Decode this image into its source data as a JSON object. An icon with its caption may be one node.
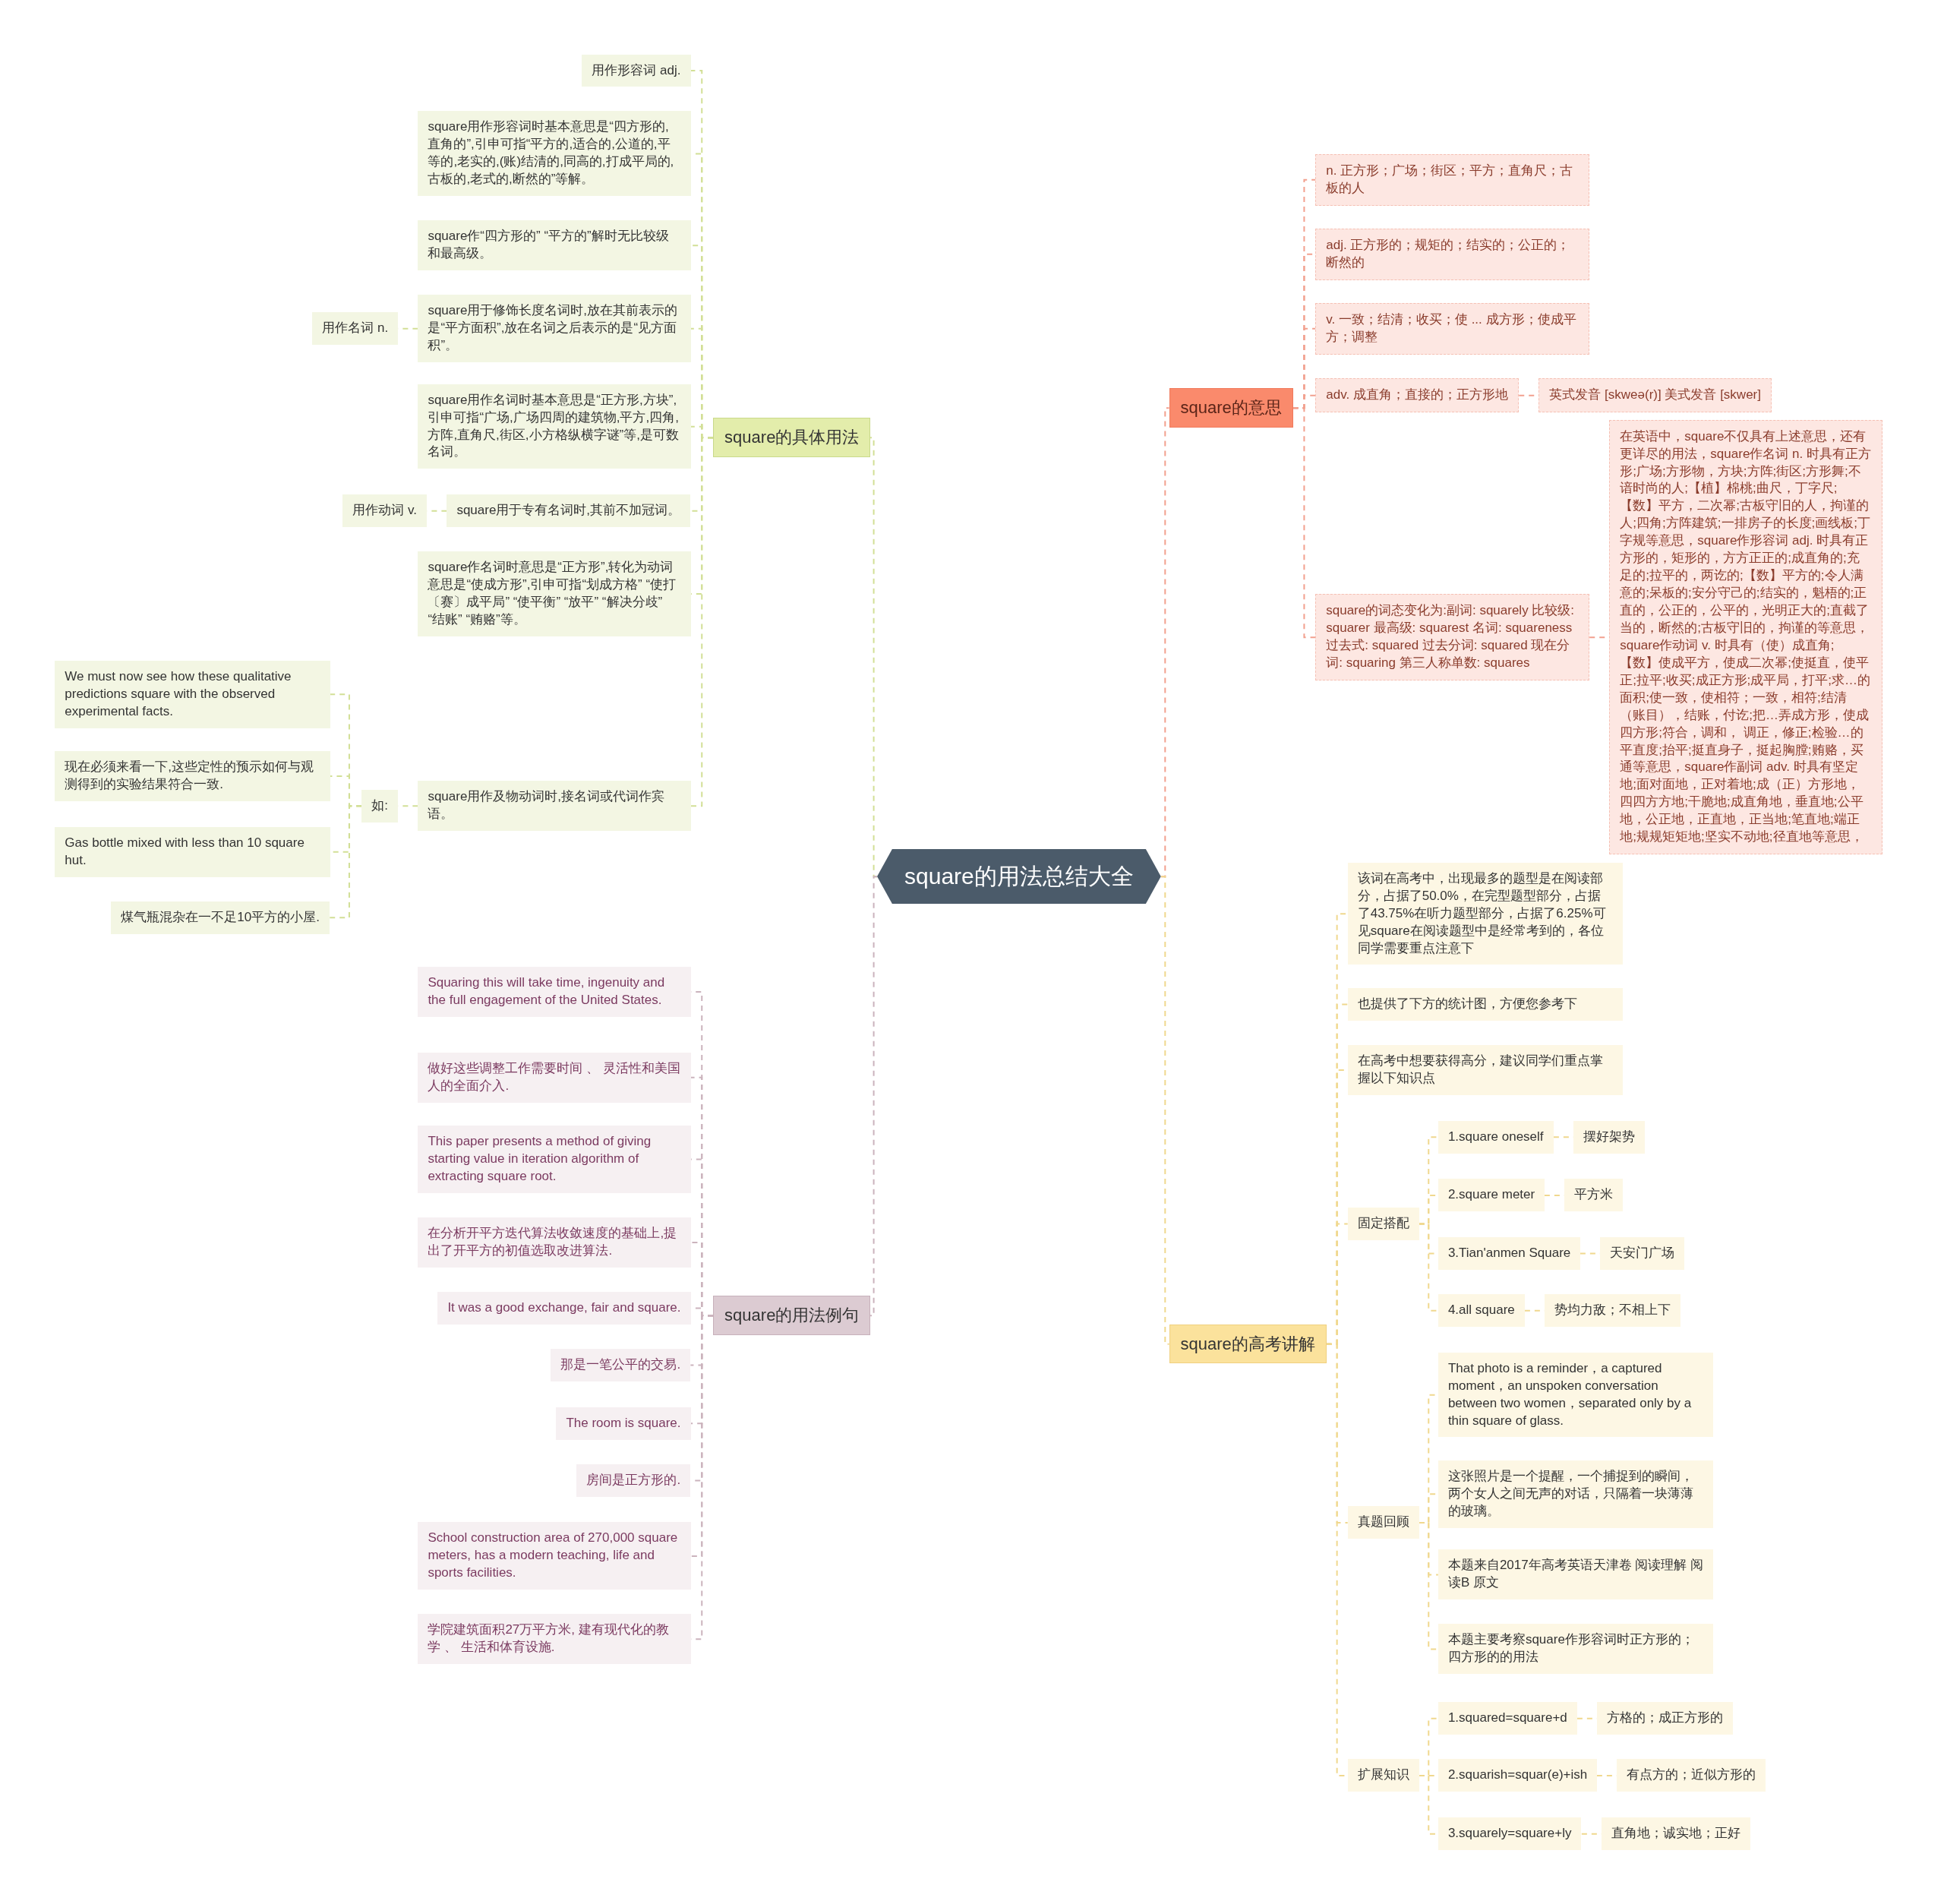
{
  "diagram": {
    "nodes": [
      {
        "text": [
          "square的用法总结大全"
        ]
      },
      {
        "text": [
          "square的具体用法"
        ]
      },
      {
        "text": [
          "用作形容词 adj."
        ]
      },
      {
        "text": [
          "square用作形容词时基本意思是“四方形的,直角的”,引申可指“平方的,适合的,公道的,平等的,老实的,(账)结清的,同高的,打成平局的,古板的,老式的,断然的”等解。"
        ]
      },
      {
        "text": [
          "square作“四方形的” “平方的”解时无比较级和最高级。"
        ]
      },
      {
        "text": [
          "square用于修饰长度名词时,放在其前表示的是“平方面积”,放在名词之后表示的是“见方面积”。"
        ]
      },
      {
        "text": [
          "用作名词 n."
        ]
      },
      {
        "text": [
          "square用作名词时基本意思是“正方形,方块”,引申可指“广场,广场四周的建筑物,平方,四角,方阵,直角尺,街区,小方格纵横字谜”等,是可数名词。"
        ]
      },
      {
        "text": [
          "square用于专有名词时,其前不加冠词。"
        ]
      },
      {
        "text": [
          "用作动词 v."
        ]
      },
      {
        "text": [
          "square作名词时意思是“正方形”,转化为动词意思是“使成方形”,引申可指“划成方格” “使打〔赛〕成平局” “使平衡” “放平” “解决分歧” “结账” “贿赂”等。"
        ]
      },
      {
        "text": [
          "square用作及物动词时,接名词或代词作宾语。"
        ]
      },
      {
        "text": [
          "如:"
        ]
      },
      {
        "text": [
          "We must now see how these qualitative predictions square with the observed experimental facts."
        ]
      },
      {
        "text": [
          "现在必须来看一下,这些定性的预示如何与观测得到的实验结果符合一致."
        ]
      },
      {
        "text": [
          "Gas bottle mixed with less than 10 square hut."
        ]
      },
      {
        "text": [
          "煤气瓶混杂在一不足10平方的小屋."
        ]
      },
      {
        "text": [
          "square的用法例句"
        ]
      },
      {
        "text": [
          "Squaring this will take time, ingenuity and the full engagement of the United States."
        ]
      },
      {
        "text": [
          "做好这些调整工作需要时间 、 灵活性和美国人的全面介入."
        ]
      },
      {
        "text": [
          "This paper presents a method of giving starting value in iteration algorithm of extracting square root."
        ]
      },
      {
        "text": [
          "在分析开平方迭代算法收敛速度的基础上,提出了开平方的初值选取改进算法."
        ]
      },
      {
        "text": [
          "It was a good exchange, fair and square."
        ]
      },
      {
        "text": [
          "那是一笔公平的交易."
        ]
      },
      {
        "text": [
          "The room is square."
        ]
      },
      {
        "text": [
          "房间是正方形的."
        ]
      },
      {
        "text": [
          "School construction area of 270,000 square meters, has a modern teaching, life and sports facilities."
        ]
      },
      {
        "text": [
          "学院建筑面积27万平方米, 建有现代化的教学 、 生活和体育设施."
        ]
      },
      {
        "text": [
          "square的意思"
        ]
      },
      {
        "text": [
          "n. 正方形；广场；街区；平方；直角尺；古板的人"
        ]
      },
      {
        "text": [
          "adj. 正方形的；规矩的；结实的；公正的；断然的"
        ]
      },
      {
        "text": [
          "v. 一致；结清；收买；使 ... 成方形；使成平方；调整"
        ]
      },
      {
        "text": [
          "adv. 成直角；直接的；正方形地"
        ]
      },
      {
        "text": [
          "英式发音 [skweə(r)] 美式发音 [skwer]"
        ]
      },
      {
        "text": [
          "square的词态变化为:副词: squarely 比较级: squarer 最高级: squarest 名词: squareness 过去式: squared 过去分词: squared 现在分词: squaring 第三人称单数: squares"
        ]
      },
      {
        "text": [
          "在英语中，square不仅具有上述意思，还有更详尽的用法，square作名词 n. 时具有正方形;广场;方形物，方块;方阵;街区;方形舞;不谙时尚的人;【植】棉桃;曲尺，丁字尺;【数】平方，二次幂;古板守旧的人，拘谨的人;四角;方阵建筑;一排房子的长度;画线板;丁字规等意思，square作形容词 adj. 时具有正方形的，矩形的，方方正正的;成直角的;充足的;拉平的，两讫的;【数】平方的;令人满意的;呆板的;安分守己的;结实的，魁梧的;正直的，公正的，公平的，光明正大的;直截了当的，断然的;古板守旧的，拘谨的等意思，square作动词 v. 时具有（使）成直角;【数】使成平方，使成二次幂;使挺直，使平正;拉平;收买;成正方形;成平局，打平;求…的面积;使一致，使相符；一致，相符;结清（账目），结账，付讫;把…弄成方形，使成四方形;符合，调和， 调正，修正;检验…的平直度;抬平;挺直身子，挺起胸膛;贿赂，买通等意思，square作副词 adv. 时具有坚定地;面对面地，正对着地;成（正）方形地，四四方方地;干脆地;成直角地，垂直地;公平地，公正地，正直地，正当地;笔直地;端正地;规规矩矩地;坚实不动地;径直地等意思，"
        ]
      },
      {
        "text": [
          "square的高考讲解"
        ]
      },
      {
        "text": [
          "该词在高考中，出现最多的题型是在阅读部分，占据了50.0%，在完型题型部分，占据了43.75%在听力题型部分，占据了6.25%可见square在阅读题型中是经常考到的，各位同学需要重点注意下"
        ]
      },
      {
        "text": [
          "也提供了下方的统计图，方便您参考下"
        ]
      },
      {
        "text": [
          "在高考中想要获得高分，建议同学们重点掌握以下知识点"
        ]
      },
      {
        "text": [
          "固定搭配"
        ]
      },
      {
        "text": [
          "1.square oneself"
        ]
      },
      {
        "text": [
          "摆好架势"
        ]
      },
      {
        "text": [
          "2.square meter"
        ]
      },
      {
        "text": [
          "平方米"
        ]
      },
      {
        "text": [
          "3.Tian'anmen Square"
        ]
      },
      {
        "text": [
          "天安门广场"
        ]
      },
      {
        "text": [
          "4.all square"
        ]
      },
      {
        "text": [
          "势均力敌；不相上下"
        ]
      },
      {
        "text": [
          "真题回顾"
        ]
      },
      {
        "text": [
          "That photo is a reminder，a captured moment，an unspoken conversation between two women，separated only by a thin square of glass."
        ]
      },
      {
        "text": [
          "这张照片是一个提醒，一个捕捉到的瞬间，两个女人之间无声的对话，只隔着一块薄薄的玻璃。"
        ]
      },
      {
        "text": [
          "本题来自2017年高考英语天津卷 阅读理解 阅读B 原文"
        ]
      },
      {
        "text": [
          "本题主要考察square作形容词时正方形的；四方形的的用法"
        ]
      },
      {
        "text": [
          "扩展知识"
        ]
      },
      {
        "text": [
          "1.squared=square+d"
        ]
      },
      {
        "text": [
          "方格的；成正方形的"
        ]
      },
      {
        "text": [
          "2.squarish=squar(e)+ish"
        ]
      },
      {
        "text": [
          "有点方的；近似方形的"
        ]
      },
      {
        "text": [
          "3.squarely=square+ly"
        ]
      },
      {
        "text": [
          "直角地；诚实地；正好"
        ]
      }
    ],
    "edges": [
      {
        "from": 0,
        "to": 1,
        "arrow": "none",
        "style": "dashed",
        "color": "#d2df96"
      },
      {
        "from": 1,
        "to": 2,
        "arrow": "none",
        "style": "dashed",
        "color": "#d2df96"
      },
      {
        "from": 1,
        "to": 3,
        "arrow": "none",
        "style": "dashed",
        "color": "#d2df96"
      },
      {
        "from": 1,
        "to": 4,
        "arrow": "none",
        "style": "dashed",
        "color": "#d2df96"
      },
      {
        "from": 1,
        "to": 5,
        "arrow": "none",
        "style": "dashed",
        "color": "#d2df96"
      },
      {
        "from": 5,
        "to": 6,
        "arrow": "none",
        "style": "dashed",
        "color": "#d2df96"
      },
      {
        "from": 1,
        "to": 7,
        "arrow": "none",
        "style": "dashed",
        "color": "#d2df96"
      },
      {
        "from": 1,
        "to": 8,
        "arrow": "none",
        "style": "dashed",
        "color": "#d2df96"
      },
      {
        "from": 8,
        "to": 9,
        "arrow": "none",
        "style": "dashed",
        "color": "#d2df96"
      },
      {
        "from": 1,
        "to": 10,
        "arrow": "none",
        "style": "dashed",
        "color": "#d2df96"
      },
      {
        "from": 1,
        "to": 11,
        "arrow": "none",
        "style": "dashed",
        "color": "#d2df96"
      },
      {
        "from": 11,
        "to": 12,
        "arrow": "none",
        "style": "dashed",
        "color": "#d2df96"
      },
      {
        "from": 12,
        "to": 13,
        "arrow": "none",
        "style": "dashed",
        "color": "#d2df96"
      },
      {
        "from": 12,
        "to": 14,
        "arrow": "none",
        "style": "dashed",
        "color": "#d2df96"
      },
      {
        "from": 12,
        "to": 15,
        "arrow": "none",
        "style": "dashed",
        "color": "#d2df96"
      },
      {
        "from": 12,
        "to": 16,
        "arrow": "none",
        "style": "dashed",
        "color": "#d2df96"
      },
      {
        "from": 0,
        "to": 17,
        "arrow": "none",
        "style": "dashed",
        "color": "#cbb3bd"
      },
      {
        "from": 17,
        "to": 18,
        "arrow": "none",
        "style": "dashed",
        "color": "#cbb3bd"
      },
      {
        "from": 17,
        "to": 19,
        "arrow": "none",
        "style": "dashed",
        "color": "#cbb3bd"
      },
      {
        "from": 17,
        "to": 20,
        "arrow": "none",
        "style": "dashed",
        "color": "#cbb3bd"
      },
      {
        "from": 17,
        "to": 21,
        "arrow": "none",
        "style": "dashed",
        "color": "#cbb3bd"
      },
      {
        "from": 17,
        "to": 22,
        "arrow": "none",
        "style": "dashed",
        "color": "#cbb3bd"
      },
      {
        "from": 17,
        "to": 23,
        "arrow": "none",
        "style": "dashed",
        "color": "#cbb3bd"
      },
      {
        "from": 17,
        "to": 24,
        "arrow": "none",
        "style": "dashed",
        "color": "#cbb3bd"
      },
      {
        "from": 17,
        "to": 25,
        "arrow": "none",
        "style": "dashed",
        "color": "#cbb3bd"
      },
      {
        "from": 17,
        "to": 26,
        "arrow": "none",
        "style": "dashed",
        "color": "#cbb3bd"
      },
      {
        "from": 17,
        "to": 27,
        "arrow": "none",
        "style": "dashed",
        "color": "#cbb3bd"
      },
      {
        "from": 0,
        "to": 28,
        "arrow": "none",
        "style": "dashed",
        "color": "#f2a08e"
      },
      {
        "from": 28,
        "to": 29,
        "arrow": "none",
        "style": "dashed",
        "color": "#f2a08e"
      },
      {
        "from": 28,
        "to": 30,
        "arrow": "none",
        "style": "dashed",
        "color": "#f2a08e"
      },
      {
        "from": 28,
        "to": 31,
        "arrow": "none",
        "style": "dashed",
        "color": "#f2a08e"
      },
      {
        "from": 28,
        "to": 32,
        "arrow": "none",
        "style": "dashed",
        "color": "#f2a08e"
      },
      {
        "from": 32,
        "to": 33,
        "arrow": "none",
        "style": "dashed",
        "color": "#f2a08e"
      },
      {
        "from": 28,
        "to": 34,
        "arrow": "none",
        "style": "dashed",
        "color": "#f2a08e"
      },
      {
        "from": 34,
        "to": 35,
        "arrow": "none",
        "style": "dashed",
        "color": "#f2a08e"
      },
      {
        "from": 0,
        "to": 36,
        "arrow": "none",
        "style": "dashed",
        "color": "#f0d88e"
      },
      {
        "from": 36,
        "to": 37,
        "arrow": "none",
        "style": "dashed",
        "color": "#f0d88e"
      },
      {
        "from": 36,
        "to": 38,
        "arrow": "none",
        "style": "dashed",
        "color": "#f0d88e"
      },
      {
        "from": 36,
        "to": 39,
        "arrow": "none",
        "style": "dashed",
        "color": "#f0d88e"
      },
      {
        "from": 36,
        "to": 40,
        "arrow": "none",
        "style": "dashed",
        "color": "#f0d88e"
      },
      {
        "from": 40,
        "to": 41,
        "arrow": "none",
        "style": "dashed",
        "color": "#f0d88e"
      },
      {
        "from": 41,
        "to": 42,
        "arrow": "none",
        "style": "dashed",
        "color": "#f0d88e"
      },
      {
        "from": 40,
        "to": 43,
        "arrow": "none",
        "style": "dashed",
        "color": "#f0d88e"
      },
      {
        "from": 43,
        "to": 44,
        "arrow": "none",
        "style": "dashed",
        "color": "#f0d88e"
      },
      {
        "from": 40,
        "to": 45,
        "arrow": "none",
        "style": "dashed",
        "color": "#f0d88e"
      },
      {
        "from": 45,
        "to": 46,
        "arrow": "none",
        "style": "dashed",
        "color": "#f0d88e"
      },
      {
        "from": 40,
        "to": 47,
        "arrow": "none",
        "style": "dashed",
        "color": "#f0d88e"
      },
      {
        "from": 47,
        "to": 48,
        "arrow": "none",
        "style": "dashed",
        "color": "#f0d88e"
      },
      {
        "from": 36,
        "to": 49,
        "arrow": "none",
        "style": "dashed",
        "color": "#f0d88e"
      },
      {
        "from": 49,
        "to": 50,
        "arrow": "none",
        "style": "dashed",
        "color": "#f0d88e"
      },
      {
        "from": 49,
        "to": 51,
        "arrow": "none",
        "style": "dashed",
        "color": "#f0d88e"
      },
      {
        "from": 49,
        "to": 52,
        "arrow": "none",
        "style": "dashed",
        "color": "#f0d88e"
      },
      {
        "from": 49,
        "to": 53,
        "arrow": "none",
        "style": "dashed",
        "color": "#f0d88e"
      },
      {
        "from": 36,
        "to": 54,
        "arrow": "none",
        "style": "dashed",
        "color": "#f0d88e"
      },
      {
        "from": 54,
        "to": 55,
        "arrow": "none",
        "style": "dashed",
        "color": "#f0d88e"
      },
      {
        "from": 55,
        "to": 56,
        "arrow": "none",
        "style": "dashed",
        "color": "#f0d88e"
      },
      {
        "from": 54,
        "to": 57,
        "arrow": "none",
        "style": "dashed",
        "color": "#f0d88e"
      },
      {
        "from": 57,
        "to": 58,
        "arrow": "none",
        "style": "dashed",
        "color": "#f0d88e"
      },
      {
        "from": 54,
        "to": 59,
        "arrow": "none",
        "style": "dashed",
        "color": "#f0d88e"
      },
      {
        "from": 59,
        "to": 60,
        "arrow": "none",
        "style": "dashed",
        "color": "#f0d88e"
      }
    ]
  }
}
